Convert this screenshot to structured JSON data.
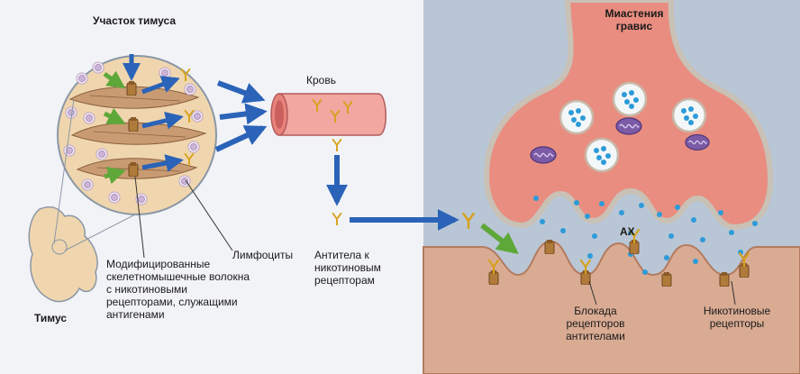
{
  "labels": {
    "thymus_section": "Участок тимуса",
    "blood": "Кровь",
    "disease": "Миастения гравис",
    "lymphocytes": "Лимфоциты",
    "modified_fibers": "Модифицированные скелетномышечные волокна с никотиновыми рецепторами, служащими антигенами",
    "antibodies": "Антитела к никотиновым рецепторам",
    "thymus": "Тимус",
    "ach": "АХ",
    "receptor_blockade": "Блокада рецепторов антителами",
    "nicotinic_receptors": "Никотиновые рецепторы"
  },
  "colors": {
    "left_bg": "#f2f3f7",
    "right_bg": "#b9c6d6",
    "nerve_terminal": "#e98d80",
    "muscle": "#d9ab93",
    "arrow_blue": "#2a63b8",
    "arrow_green": "#5ea83a",
    "antibody": "#d7a21b",
    "thymus_fill": "#f0d6ae"
  },
  "icons": [
    "antibody-icon",
    "receptor-icon",
    "vesicle-icon",
    "mitochondrion-icon",
    "lymphocyte-icon"
  ]
}
